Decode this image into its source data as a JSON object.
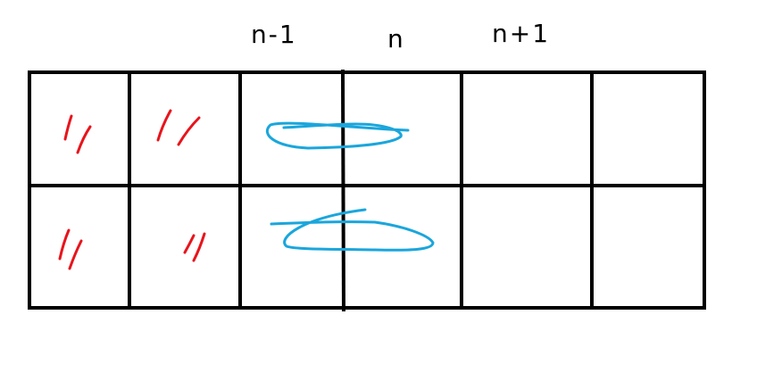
{
  "column_labels": [
    "n-1",
    "n",
    "n+1"
  ],
  "grid": {
    "rows": 2,
    "columns": 6
  },
  "colors": {
    "background": "#ffffff",
    "grid_line": "#000000",
    "red_marks": "#e8141c",
    "blue_scribbles": "#1aa6dc"
  }
}
